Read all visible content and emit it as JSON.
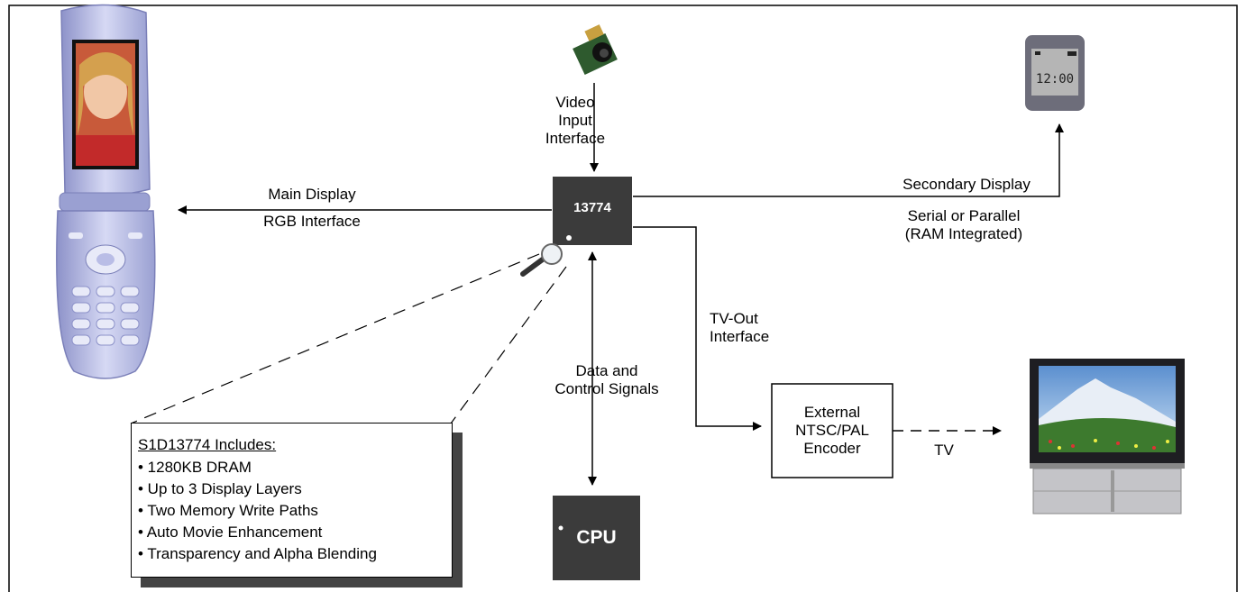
{
  "chip": {
    "label": "13774"
  },
  "cpu": {
    "label": "CPU"
  },
  "video_input": {
    "line1": "Video",
    "line2": "Input",
    "line3": "Interface"
  },
  "main_display": {
    "line1": "Main Display",
    "line2": "RGB Interface"
  },
  "secondary_display": {
    "line1": "Secondary Display",
    "line2": "Serial or Parallel",
    "line3": "(RAM Integrated)"
  },
  "tv_out": {
    "line1": "TV-Out",
    "line2": "Interface"
  },
  "data_control": {
    "line1": "Data and",
    "line2": "Control Signals"
  },
  "encoder": {
    "line1": "External",
    "line2": "NTSC/PAL",
    "line3": "Encoder"
  },
  "tv": {
    "label": "TV"
  },
  "watch": {
    "time": "12:00"
  },
  "includes": {
    "title": "S1D13774 Includes:",
    "items": [
      "• 1280KB DRAM",
      "• Up to 3 Display Layers",
      "• Two Memory Write Paths",
      "• Auto Movie Enhancement",
      "• Transparency and Alpha Blending"
    ]
  },
  "colors": {
    "chip": "#3b3b3b",
    "phone_body": "#b9bde6",
    "shadow": "#444444"
  }
}
